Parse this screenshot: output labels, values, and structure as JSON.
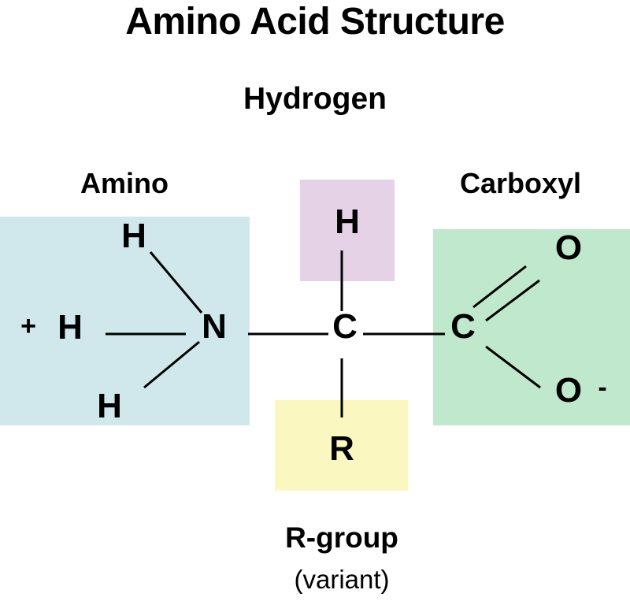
{
  "title": "Amino Acid Structure",
  "labels": {
    "hydrogen": "Hydrogen",
    "amino": "Amino",
    "carboxyl": "Carboxyl",
    "rgroup": "R-group",
    "variant": "(variant)"
  },
  "colors": {
    "amino_panel": "#d0e8ec",
    "hydrogen_panel": "#e5d2e7",
    "rgroup_panel": "#faf7c1",
    "carboxyl_panel": "#bfe8cd",
    "bond": "#000000",
    "text": "#000000",
    "background": "#ffffff"
  },
  "atoms": {
    "amino_h_top": "H",
    "amino_h_left": "H",
    "amino_h_bottom": "H",
    "nitrogen": "N",
    "amino_charge": "+",
    "central_carbon": "C",
    "hydrogen_atom": "H",
    "r_group": "R",
    "carboxyl_carbon": "C",
    "carbonyl_oxygen": "O",
    "hydroxyl_oxygen": "O",
    "carboxyl_charge": "-"
  },
  "diagram_data": {
    "type": "chemical-structure",
    "molecule": "Amino acid (zwitterion)",
    "groups": [
      {
        "name": "Amino",
        "formula": "NH3+",
        "panel_color": "#d0e8ec",
        "atoms": [
          "H",
          "H",
          "H",
          "N"
        ],
        "charge": "+"
      },
      {
        "name": "Hydrogen",
        "formula": "H",
        "panel_color": "#e5d2e7",
        "atoms": [
          "H"
        ],
        "charge": ""
      },
      {
        "name": "R-group",
        "formula": "R",
        "panel_color": "#faf7c1",
        "atoms": [
          "R"
        ],
        "charge": "",
        "note": "(variant)"
      },
      {
        "name": "Carboxyl",
        "formula": "COO-",
        "panel_color": "#bfe8cd",
        "atoms": [
          "C",
          "O",
          "O"
        ],
        "charge": "-"
      }
    ],
    "bonds": [
      {
        "from": "H",
        "to": "N",
        "order": 1,
        "style": "single"
      },
      {
        "from": "H",
        "to": "N",
        "order": 1,
        "style": "single"
      },
      {
        "from": "H",
        "to": "N",
        "order": 1,
        "style": "single"
      },
      {
        "from": "N",
        "to": "C",
        "order": 1,
        "style": "single"
      },
      {
        "from": "C",
        "to": "H",
        "order": 1,
        "style": "single"
      },
      {
        "from": "C",
        "to": "R",
        "order": 1,
        "style": "single"
      },
      {
        "from": "C",
        "to": "C",
        "order": 1,
        "style": "single"
      },
      {
        "from": "C",
        "to": "O",
        "order": 2,
        "style": "double"
      },
      {
        "from": "C",
        "to": "O",
        "order": 1,
        "style": "single"
      }
    ]
  }
}
